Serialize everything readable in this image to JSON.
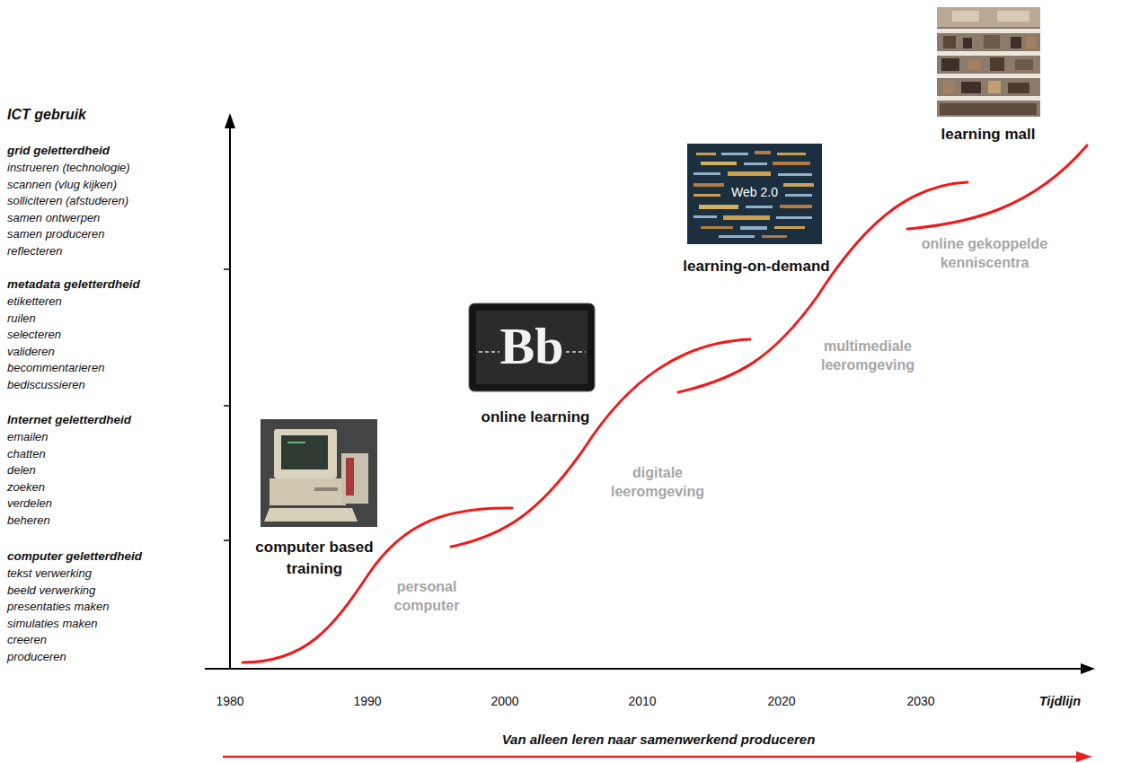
{
  "diagram": {
    "nodes": [
      {
        "text": [
          "computer based training"
        ]
      },
      {
        "text": [
          "online learning"
        ]
      },
      {
        "text": [
          "learning-on-demand"
        ]
      },
      {
        "text": [
          "learning mall"
        ]
      }
    ],
    "labels": [
      "ICT gebruik",
      "grid geletterdheid",
      "instrueren (technologie)",
      "scannen (vlug kijken)",
      "solliciteren (afstuderen)",
      "samen ontwerpen",
      "samen produceren",
      "reflecteren",
      "metadata geletterdheid",
      "etiketteren",
      "ruilen",
      "selecteren",
      "valideren",
      "becommentarieren",
      "bediscussieren",
      "Internet geletterdheid",
      "emailen",
      "chatten",
      "delen",
      "zoeken",
      "verdelen",
      "beheren",
      "computer geletterdheid",
      "tekst verwerking",
      "beeld verwerking",
      "presentaties maken",
      "simulaties maken",
      "creeren",
      "produceren",
      "1980",
      "1990",
      "2000",
      "2010",
      "2020",
      "2030",
      "Tijdlijn",
      "Van alleen leren naar samenwerkend produceren",
      "personal computer",
      "digitale leeromgeving",
      "multimediale leeromgeving",
      "online gekoppelde kenniscentra",
      "Bb",
      "Web 2.0"
    ]
  }
}
